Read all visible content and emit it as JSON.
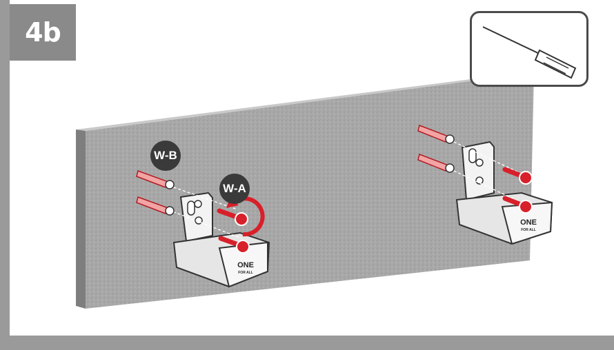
{
  "step": {
    "label": "4b"
  },
  "labels": {
    "wall_anchor": "W-B",
    "screw": "W-A"
  },
  "brand": {
    "line1": "ONE",
    "line2": "FOR ALL"
  },
  "colors": {
    "frame_gray": "#9a9a9a",
    "badge_gray": "#8a8a8a",
    "wall_gray": "#a6a6a6",
    "screw_red": "#d8202a",
    "label_dark": "#3a3a3a"
  },
  "icons": {
    "tool": "screwdriver-icon",
    "rotate": "rotate-clockwise-icon"
  }
}
